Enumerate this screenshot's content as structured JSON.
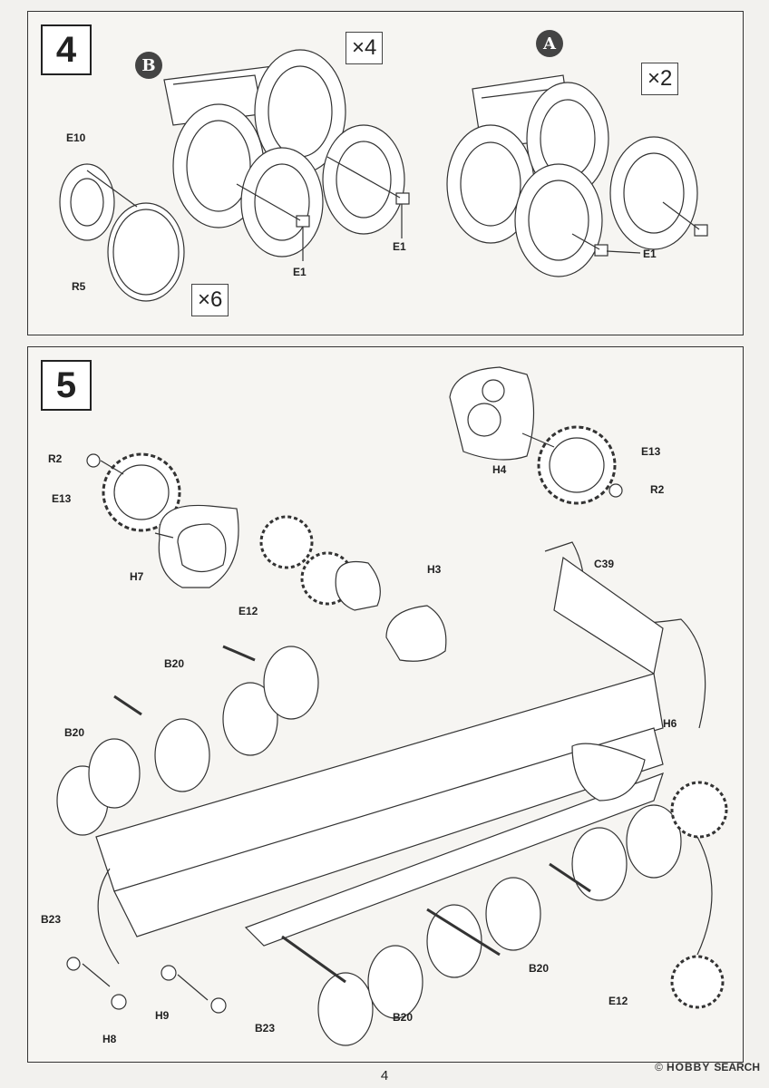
{
  "step4": {
    "number": "4",
    "mult_a": "×4",
    "mult_b": "×2",
    "mult_c": "×6",
    "badge_b": "B",
    "badge_a": "A",
    "labels": {
      "e10": "E10",
      "r5": "R5",
      "e1_a": "E1",
      "e1_b": "E1",
      "e1_c": "E1"
    }
  },
  "step5": {
    "number": "5",
    "labels": {
      "r2_left": "R2",
      "e13_left": "E13",
      "h7": "H7",
      "e12_top": "E12",
      "h3": "H3",
      "h4": "H4",
      "e13_right": "E13",
      "r2_right": "R2",
      "c39": "C39",
      "b20_top": "B20",
      "b20_left": "B20",
      "h6": "H6",
      "b23_top": "B23",
      "h9": "H9",
      "h8": "H8",
      "b23_bottom": "B23",
      "b20_bottom_mid": "B20",
      "b20_bottom_right": "B20",
      "e12_bottom": "E12"
    }
  },
  "page_number": "4",
  "footer": {
    "copyright": "©",
    "brand": "HOBBY",
    "brand2": "SEARCH"
  }
}
